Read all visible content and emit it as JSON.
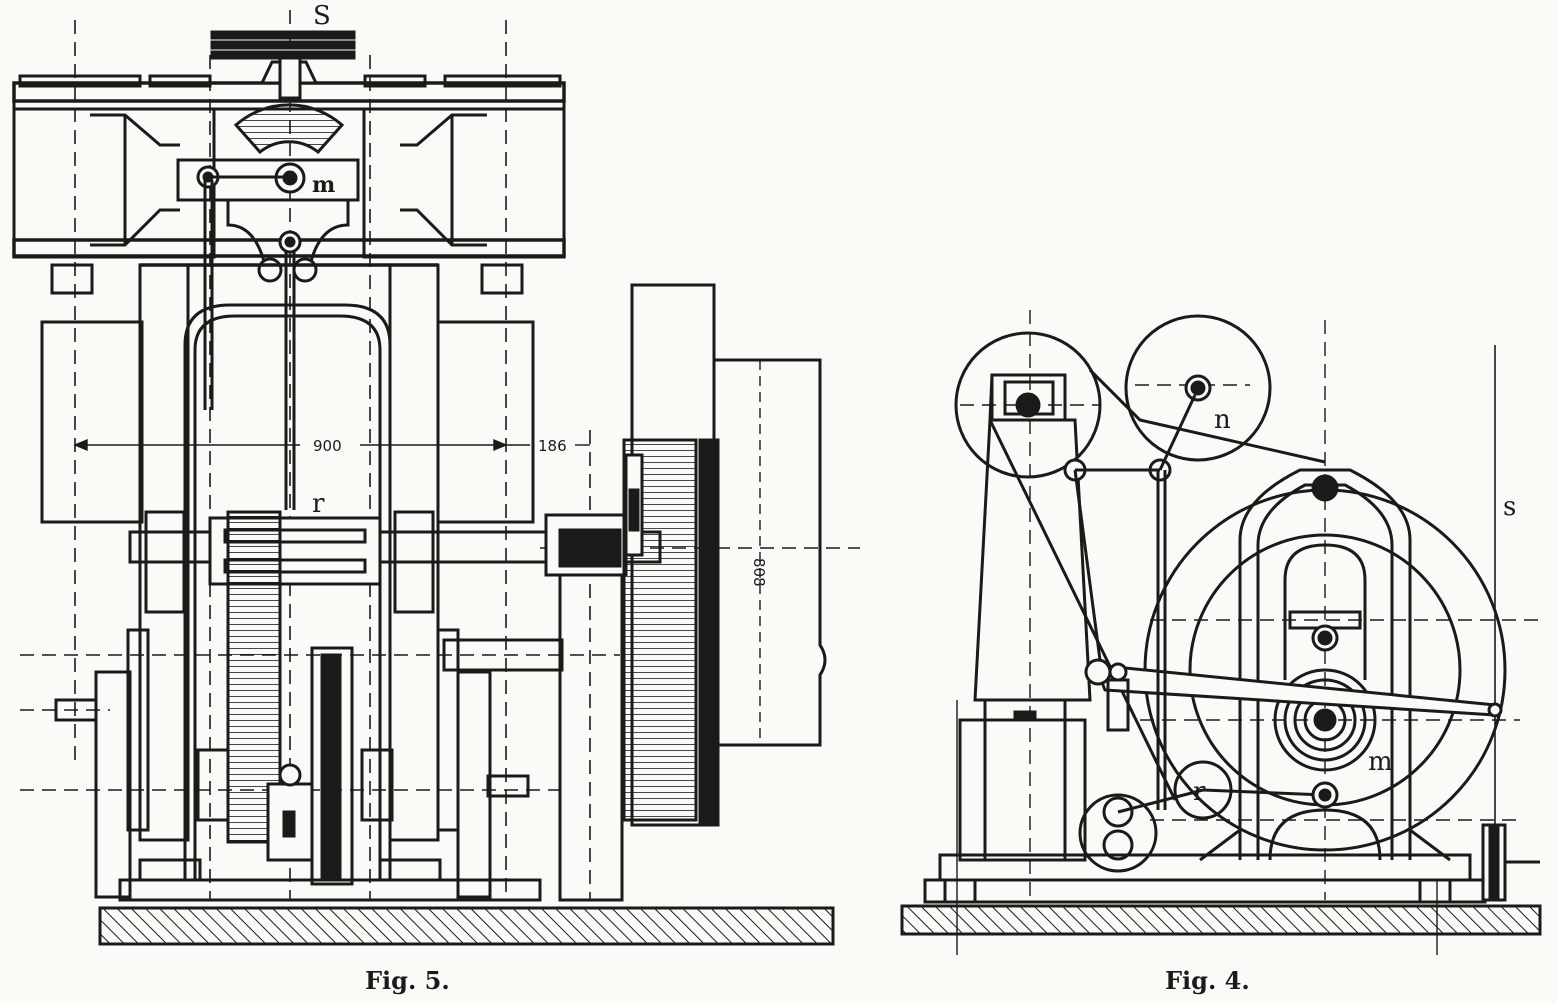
{
  "figures": [
    {
      "caption": "Fig. 5.",
      "labels": {
        "s": "S",
        "m": "m",
        "r": "r"
      },
      "dimensions": {
        "width": "900",
        "offset": "186",
        "height": "808"
      }
    },
    {
      "caption": "Fig. 4.",
      "labels": {
        "n": "n",
        "s": "s",
        "m": "m",
        "r": "r"
      }
    }
  ],
  "colors": {
    "ink": "#1a1a1a",
    "paper": "#fbfaf6"
  }
}
